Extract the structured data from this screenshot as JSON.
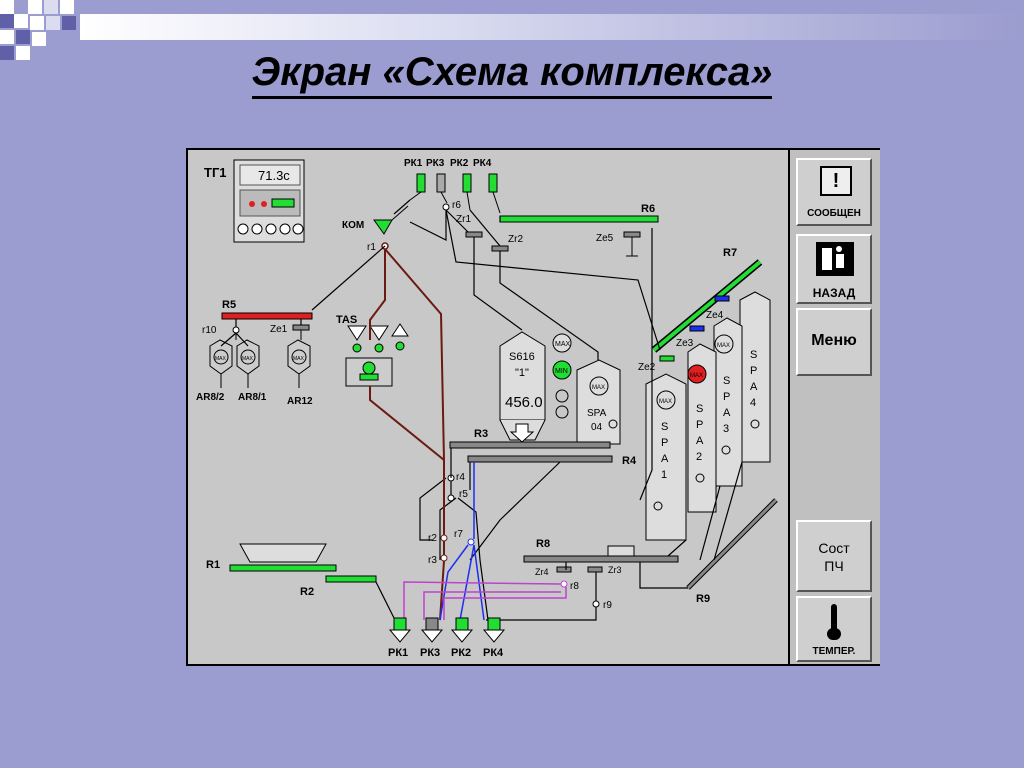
{
  "slide_title": "Экран «Схема комплекса»",
  "colors": {
    "background": "#9b9ccf",
    "screen": "#c8c8c8",
    "green": "#22dd33",
    "red": "#e02020",
    "brown": "#6b1a12",
    "blue": "#1a2ff0",
    "magenta": "#c040d0"
  },
  "sidebar": {
    "messages": {
      "icon": "!",
      "label": "СООБЩЕН"
    },
    "back": {
      "label": "НАЗАД"
    },
    "menu": {
      "label": "Меню"
    },
    "state": {
      "line1": "Сост",
      "line2": "ПЧ"
    },
    "temp": {
      "label": "ТЕМПЕР."
    }
  },
  "tg1": {
    "label": "ТГ1",
    "value": "71.3c"
  },
  "s616": {
    "name": "S616",
    "sub": "\"1\"",
    "value": "456.0",
    "max": "MAX",
    "min": "MIN"
  },
  "labels": {
    "pk1": "РК1",
    "pk3": "РК3",
    "pk2": "РК2",
    "pk4": "РК4",
    "kom": "КОМ",
    "r1": "r1",
    "r6": "r6",
    "zr1": "Zr1",
    "zr2": "Zr2",
    "R6": "R6",
    "ze5": "Ze5",
    "R7": "R7",
    "R5": "R5",
    "r10": "r10",
    "ze1": "Ze1",
    "tas": "TAS",
    "ar82": "AR8/2",
    "ar81": "AR8/1",
    "ar12": "AR12",
    "ze4": "Ze4",
    "ze3": "Ze3",
    "ze2": "Ze2",
    "R3": "R3",
    "R4": "R4",
    "r4": "r4",
    "r5": "r5",
    "r2": "r2",
    "r7": "r7",
    "r3": "r3",
    "R1": "R1",
    "R2": "R2",
    "R8": "R8",
    "zr4": "Zr4",
    "zr3": "Zr3",
    "r8": "r8",
    "r9": "r9",
    "R9": "R9",
    "spa0": "SPA",
    "spa0n": "04",
    "max": "MAX"
  },
  "spa": [
    {
      "letters": [
        "S",
        "P",
        "A",
        "1"
      ]
    },
    {
      "letters": [
        "S",
        "P",
        "A",
        "2"
      ]
    },
    {
      "letters": [
        "S",
        "P",
        "A",
        "3"
      ]
    },
    {
      "letters": [
        "S",
        "P",
        "A",
        "4"
      ]
    }
  ]
}
